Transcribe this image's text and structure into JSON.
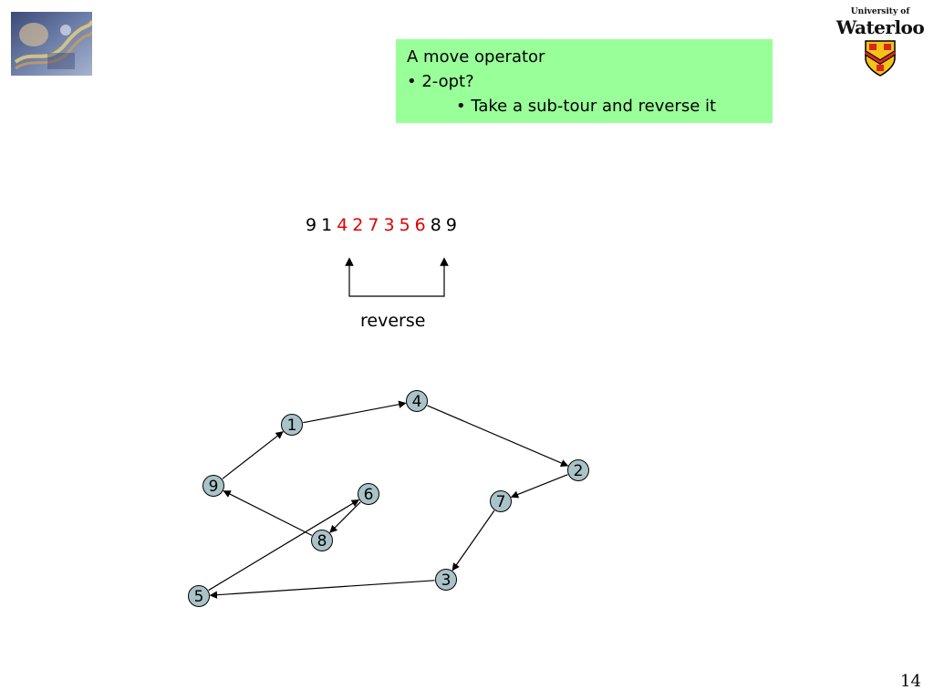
{
  "note": {
    "title": "A move operator",
    "bullet1": "• 2-opt?",
    "bullet2": "• Take a sub-tour and reverse it"
  },
  "sequence": [
    {
      "text": "9",
      "highlight": false
    },
    {
      "text": "1",
      "highlight": false
    },
    {
      "text": "4",
      "highlight": true
    },
    {
      "text": "2",
      "highlight": true
    },
    {
      "text": "7",
      "highlight": true
    },
    {
      "text": "3",
      "highlight": true
    },
    {
      "text": "5",
      "highlight": true
    },
    {
      "text": "6",
      "highlight": true
    },
    {
      "text": "8",
      "highlight": false
    },
    {
      "text": "9",
      "highlight": false
    }
  ],
  "reverse_label": "reverse",
  "logo": {
    "small": "University of",
    "big": "Waterloo"
  },
  "page_number": "14",
  "colors": {
    "note_bg": "#99ff99",
    "node_fill": "#a9c3c8",
    "highlight": "#e00000"
  },
  "graph": {
    "nodes": [
      "1",
      "2",
      "3",
      "4",
      "5",
      "6",
      "7",
      "8",
      "9"
    ],
    "edges": [
      [
        "9",
        "1"
      ],
      [
        "1",
        "4"
      ],
      [
        "4",
        "2"
      ],
      [
        "2",
        "7"
      ],
      [
        "7",
        "3"
      ],
      [
        "3",
        "5"
      ],
      [
        "5",
        "6"
      ],
      [
        "6",
        "8"
      ],
      [
        "8",
        "9"
      ]
    ]
  }
}
